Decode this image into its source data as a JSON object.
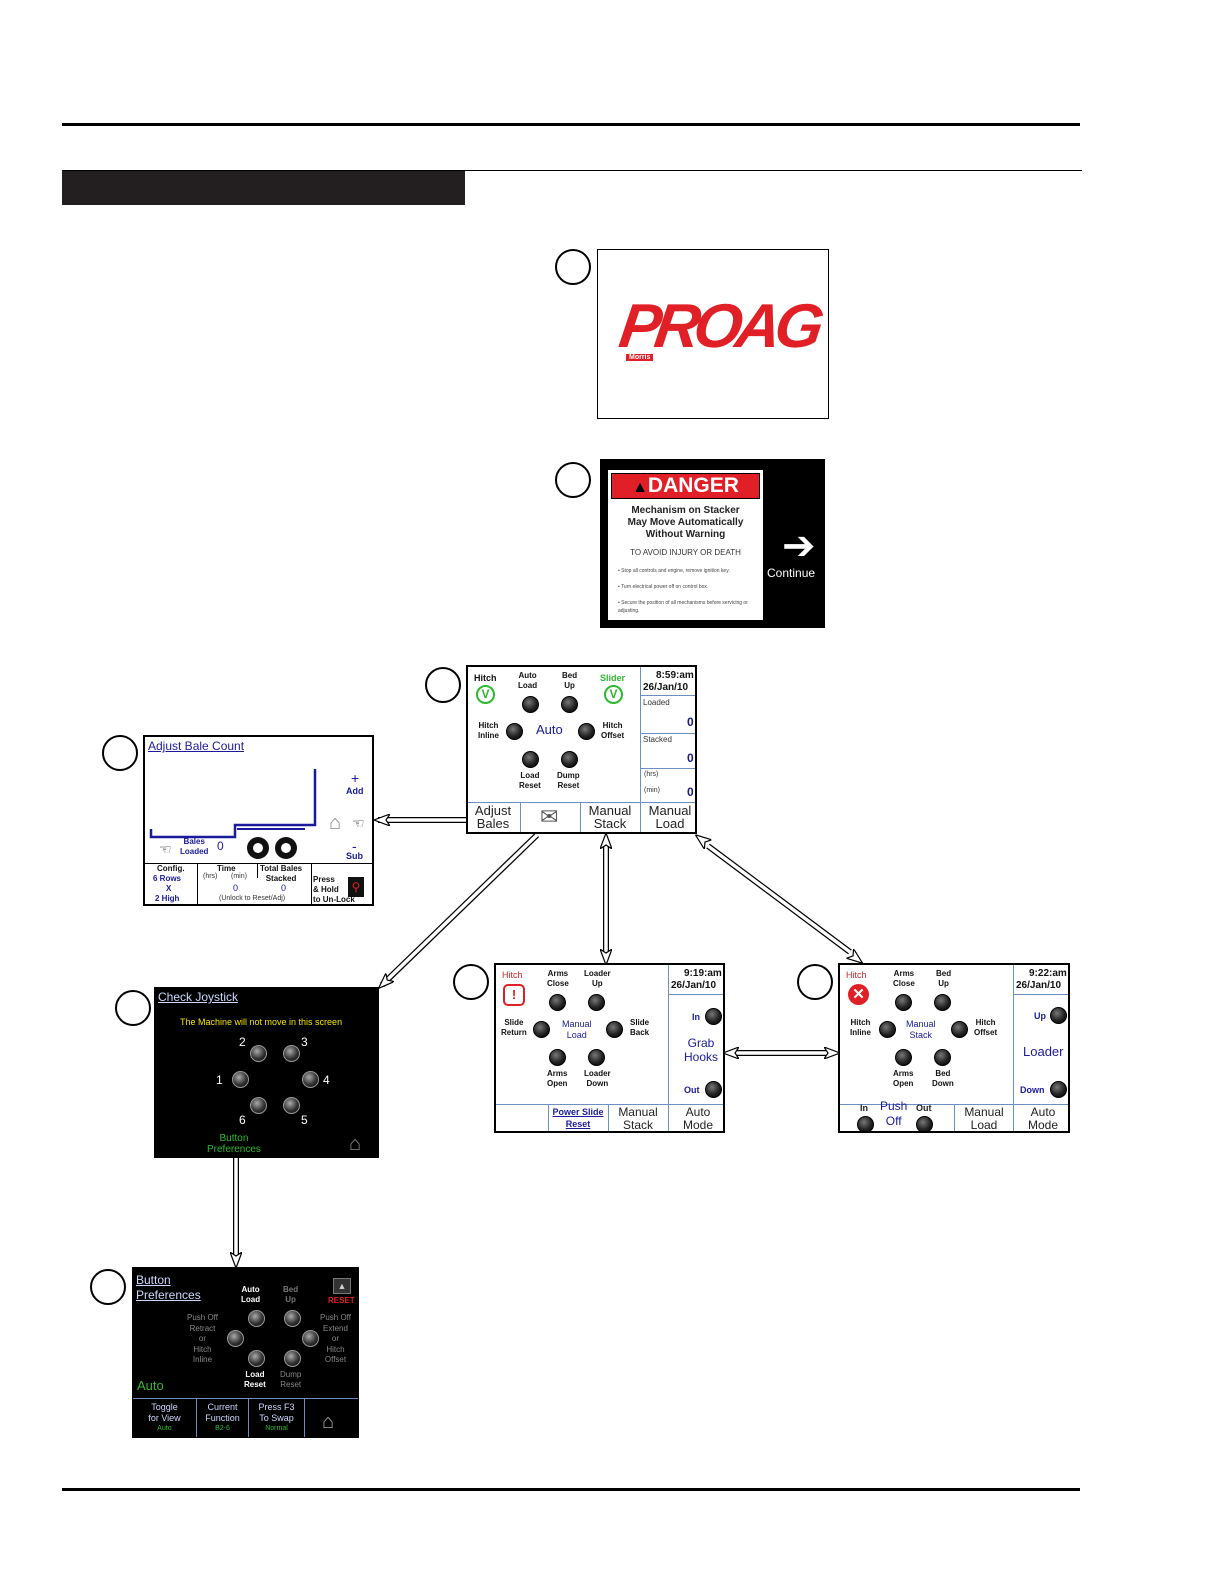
{
  "logo": {
    "brand": "PROAG",
    "sub": "Morris"
  },
  "danger": {
    "header": "DANGER",
    "lines": [
      "Mechanism on Stacker",
      "May Move Automatically",
      "Without Warning"
    ],
    "avoid": "TO AVOID INJURY OR DEATH",
    "bullets": [
      "• Stop all controls and engine, remove ignition key.",
      "• Turn electrical power off on control box.",
      "• Secure the position of all mechanisms before servicing or adjusting."
    ],
    "continue": "Continue"
  },
  "auto": {
    "hitch": "Hitch",
    "auto_load": "Auto\nLoad",
    "bed_up": "Bed\nUp",
    "slider": "Slider",
    "hitch_inline": "Hitch\nInline",
    "mode": "Auto",
    "hitch_offset": "Hitch\nOffset",
    "load_reset": "Load\nReset",
    "dump_reset": "Dump\nReset",
    "time": "8:59:am",
    "date": "26/Jan/10",
    "loaded": "Loaded",
    "loaded_val": "0",
    "stacked": "Stacked",
    "stacked_val": "0",
    "hrs": "(hrs)",
    "min": "(min)",
    "time_val": "0",
    "btn1": "Adjust\nBales",
    "btn3": "Manual\nStack",
    "btn4": "Manual\nLoad"
  },
  "adjust": {
    "title": "Adjust Bale Count",
    "plus": "+",
    "add": "Add",
    "minus": "-",
    "sub": "Sub",
    "bales_loaded": "Bales\nLoaded",
    "bales_val": "0",
    "config": "Config.",
    "rows": "6 Rows",
    "x": "X",
    "high": "2 High",
    "time": "Time",
    "hrs": "(hrs)",
    "min": "(min)",
    "time_val": "0",
    "total": "Total Bales\nStacked",
    "total_val": "0",
    "unlock": "(Unlock to Reset/Adj)",
    "press": "Press\n& Hold\nto Un-Lock"
  },
  "joystick": {
    "title": "Check Joystick",
    "warn": "The Machine will not move in this screen",
    "n1": "1",
    "n2": "2",
    "n3": "3",
    "n4": "4",
    "n5": "5",
    "n6": "6",
    "pref": "Button\nPreferences"
  },
  "manual_load": {
    "hitch": "Hitch",
    "arms_close": "Arms\nClose",
    "loader_up": "Loader\nUp",
    "slide_return": "Slide\nReturn",
    "mode": "Manual\nLoad",
    "slide_back": "Slide\nBack",
    "arms_open": "Arms\nOpen",
    "loader_down": "Loader\nDown",
    "time": "9:19:am",
    "date": "26/Jan/10",
    "in": "In",
    "grab": "Grab\nHooks",
    "out": "Out",
    "btn2": "Power Slide\nReset",
    "btn3": "Manual\nStack",
    "btn4": "Auto\nMode"
  },
  "manual_stack": {
    "hitch": "Hitch",
    "arms_close": "Arms\nClose",
    "bed_up": "Bed\nUp",
    "hitch_inline": "Hitch\nInline",
    "mode": "Manual\nStack",
    "hitch_offset": "Hitch\nOffset",
    "arms_open": "Arms\nOpen",
    "bed_down": "Bed\nDown",
    "time": "9:22:am",
    "date": "26/Jan/10",
    "up": "Up",
    "loader": "Loader",
    "down": "Down",
    "in": "In",
    "push": "Push\nOff",
    "out": "Out",
    "btn3": "Manual\nLoad",
    "btn4": "Auto\nMode"
  },
  "prefs": {
    "title": "Button\nPreferences",
    "auto_load": "Auto\nLoad",
    "bed_up": "Bed\nUp",
    "reset": "RESET",
    "push_left": "Push Off\nRetract\nor\nHitch\nInline",
    "push_right": "Push Off\nExtend\nor\nHitch\nOffset",
    "load_reset": "Load\nReset",
    "dump_reset": "Dump\nReset",
    "mode": "Auto",
    "b1": "Toggle\nfor View",
    "b1v": "Auto",
    "b2": "Current\nFunction",
    "b2v": "B2-6",
    "b3": "Press F3\nTo Swap",
    "b3v": "Normal"
  },
  "colors": {
    "screen_text": "#1a1a7a",
    "green": "#2db82d",
    "red": "#e01f26",
    "yellow": "#f5e500"
  }
}
